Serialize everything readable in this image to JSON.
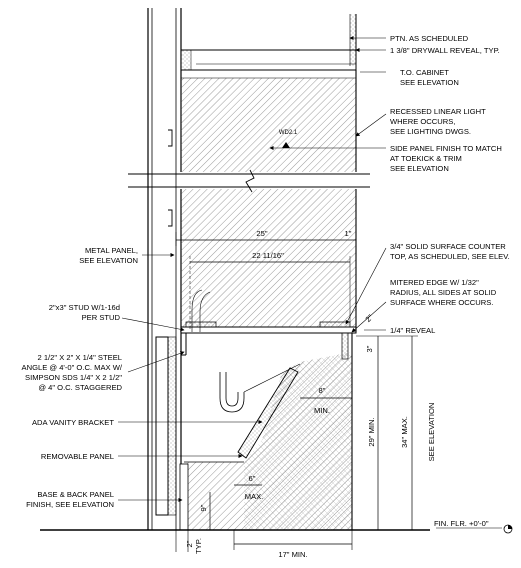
{
  "callouts": {
    "ptn": "PTN. AS SCHEDULED",
    "drywall_reveal": "1 3/8\" DRYWALL REVEAL, TYP.",
    "to_cabinet": [
      "T.O. CABINET",
      "SEE ELEVATION"
    ],
    "recessed_light": [
      "RECESSED LINEAR LIGHT",
      "WHERE OCCURS,",
      "SEE LIGHTING DWGS."
    ],
    "side_panel": [
      "SIDE PANEL FINISH TO MATCH",
      "AT TOEKICK & TRIM",
      "SEE ELEVATION"
    ],
    "counter_top": [
      "3/4\" SOLID SURFACE COUNTER",
      "TOP, AS SCHEDULED, SEE ELEV."
    ],
    "mitered_edge": [
      "MITERED EDGE W/ 1/32\"",
      "RADIUS, ALL SIDES AT SOLID",
      "SURFACE WHERE OCCURS."
    ],
    "reveal": "1/4\" REVEAL",
    "metal_panel": [
      "METAL PANEL,",
      "SEE ELEVATION"
    ],
    "stud": [
      "2\"x3\" STUD W/1-16d",
      "PER STUD"
    ],
    "steel_angle": [
      "2 1/2\" X 2\" X 1/4\" STEEL",
      "ANGLE @ 4'-0\" O.C. MAX W/",
      "SIMPSON SDS 1/4\" X 2 1/2\"",
      "@ 4\" O.C. STAGGERED"
    ],
    "ada_bracket": "ADA VANITY BRACKET",
    "removable_panel": "REMOVABLE PANEL",
    "base_panel": [
      "BASE & BACK PANEL",
      "FINISH, SEE ELEVATION"
    ],
    "fin_flr": "FIN. FLR. +0'-0\"",
    "wd_tag": "WD2.1"
  },
  "dims": {
    "d25": "25\"",
    "d1": "1\"",
    "d22": "22 11/16\"",
    "d2": "2\"",
    "d3": "3\"",
    "d8": "8\"",
    "min": "MIN.",
    "d6": "6\"",
    "max": "MAX.",
    "d9": "9\"",
    "d29": "29\" MIN.",
    "d34": "34\" MAX.",
    "see_elev": "SEE ELEVATION",
    "d2typ": "2\"",
    "typ": "TYP.",
    "d17": "17\" MIN."
  }
}
